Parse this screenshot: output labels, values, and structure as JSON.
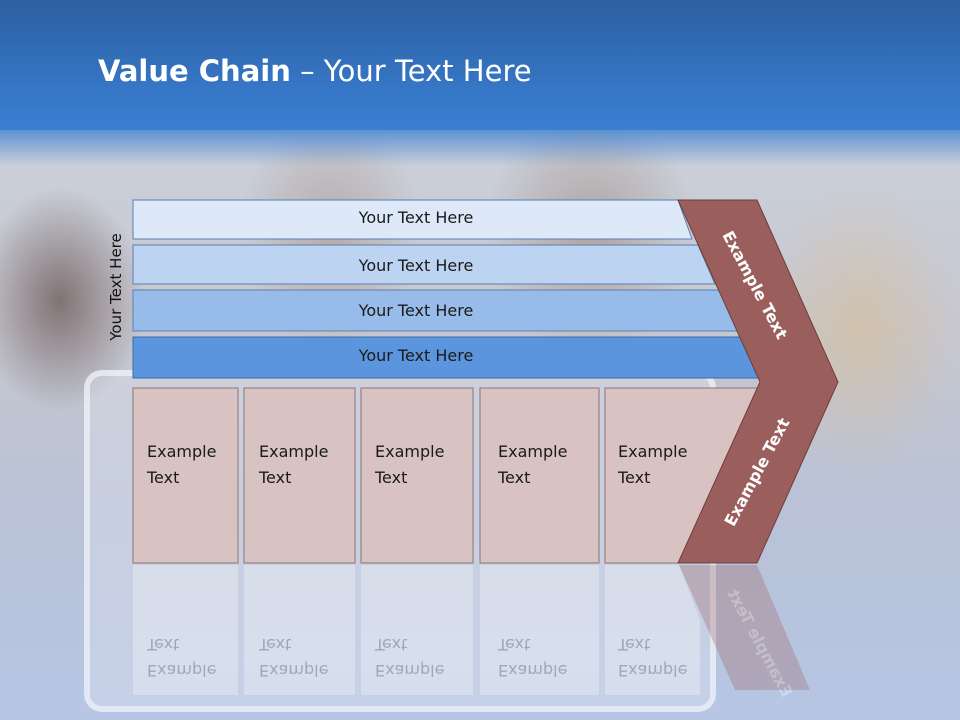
{
  "slide": {
    "title_bold": "Value Chain",
    "title_rest": " – Your Text Here",
    "side_label": "Your Text Here"
  },
  "bars": [
    {
      "label": "Your Text Here",
      "color": "#dde8f8"
    },
    {
      "label": "Your Text Here",
      "color": "#bcd3f1"
    },
    {
      "label": "Your Text Here",
      "color": "#98bcea"
    },
    {
      "label": "Your Text Here",
      "color": "#5b95de"
    }
  ],
  "boxes": [
    {
      "label": "Example\nText"
    },
    {
      "label": "Example\nText"
    },
    {
      "label": "Example\nText"
    },
    {
      "label": "Example\nText"
    },
    {
      "label": "Example\nText"
    }
  ],
  "arrow": {
    "upper_label": "Example Text",
    "lower_label": "Example Text",
    "color": "#9a5f5c"
  },
  "colors": {
    "box_fill": "#d9c2c2",
    "header": "#3677c7"
  }
}
